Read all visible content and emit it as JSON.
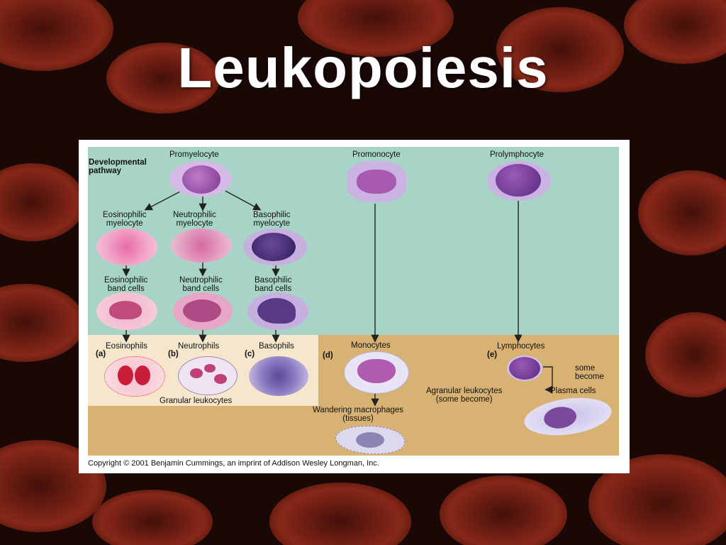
{
  "slide": {
    "title": "Leukopoiesis"
  },
  "figure": {
    "developmental_pathway": "Developmental\npathway",
    "labels": {
      "promyelocyte": "Promyelocyte",
      "promonocyte": "Promonocyte",
      "prolymphocyte": "Prolymphocyte",
      "eos_myelocyte": "Eosinophilic\nmyelocyte",
      "neu_myelocyte": "Neutrophilic\nmyelocyte",
      "bas_myelocyte": "Basophilic\nmyelocyte",
      "eos_band": "Eosinophilic\nband cells",
      "neu_band": "Neutrophilic\nband cells",
      "bas_band": "Basophilic\nband cells",
      "eosinophils": "Eosinophils",
      "neutrophils": "Neutrophils",
      "basophils": "Basophils",
      "monocytes": "Monocytes",
      "lymphocytes": "Lymphocytes",
      "letter_a": "(a)",
      "letter_b": "(b)",
      "letter_c": "(c)",
      "letter_d": "(d)",
      "letter_e": "(e)",
      "granular": "Granular leukocytes",
      "agranular": "Agranular leukocytes\n(some become)",
      "some_become": "some\nbecome",
      "plasma": "Plasma cells",
      "macrophages": "Wandering macrophages\n(tissues)"
    },
    "copyright": "Copyright © 2001 Benjamin Cummings, an imprint of Addison Wesley Longman, Inc."
  },
  "colors": {
    "teal_panel": "#a8d4c8",
    "tan_panel": "#d8b272",
    "cream_panel": "#f5e6cc",
    "title": "#ffffff"
  }
}
